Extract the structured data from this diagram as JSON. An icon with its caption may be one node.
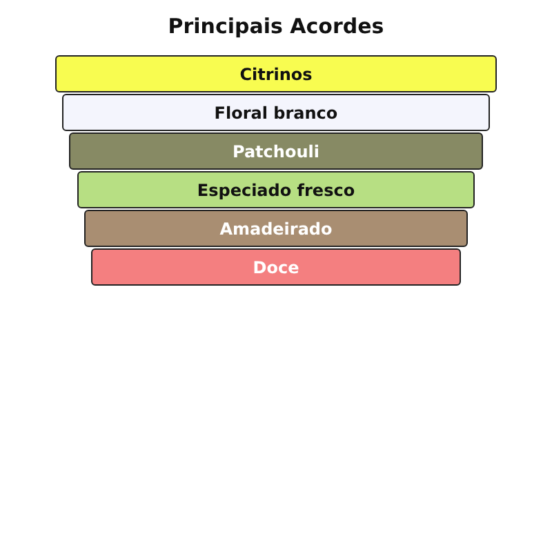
{
  "diagram": {
    "title": "Principais Acordes",
    "nodes": [
      {
        "text": [
          "Citrinos"
        ]
      },
      {
        "text": [
          "Floral branco"
        ]
      },
      {
        "text": [
          "Patchouli"
        ]
      },
      {
        "text": [
          "Especiado fresco"
        ]
      },
      {
        "text": [
          "Amadeirado"
        ]
      },
      {
        "text": [
          "Doce"
        ]
      }
    ]
  }
}
